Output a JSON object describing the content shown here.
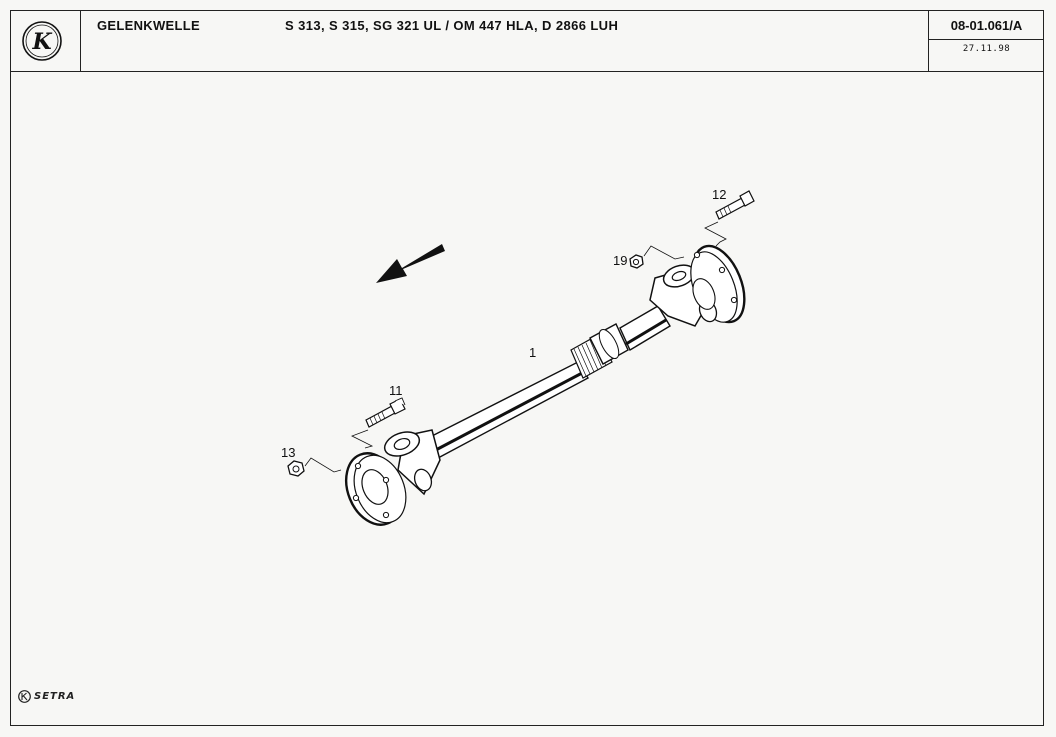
{
  "header": {
    "logo_letter": "K",
    "title": "GELENKWELLE",
    "models": "S 313, S 315, SG 321 UL / OM 447 HLA, D 2866 LUH",
    "document_number": "08-01.061/A",
    "date": "27.11.98"
  },
  "drawing": {
    "callouts": {
      "shaft": "1",
      "bolt_front": "11",
      "bolt_rear": "12",
      "nut_front": "13",
      "nut_rear": "19"
    }
  },
  "footer": {
    "brand": "SETRA"
  }
}
